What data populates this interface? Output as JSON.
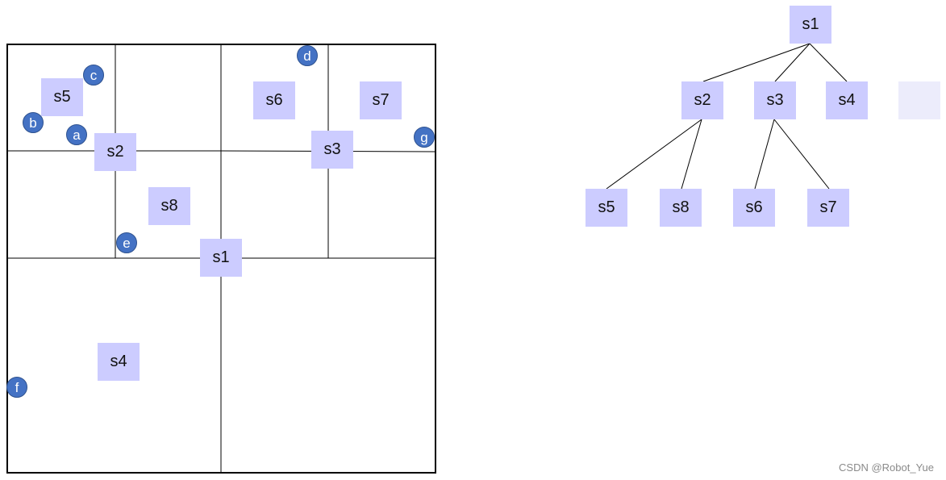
{
  "grid": {
    "labels": {
      "s1": "s1",
      "s2": "s2",
      "s3": "s3",
      "s4": "s4",
      "s5": "s5",
      "s6": "s6",
      "s7": "s7",
      "s8": "s8"
    },
    "points": {
      "a": "a",
      "b": "b",
      "c": "c",
      "d": "d",
      "e": "e",
      "f": "f",
      "g": "g"
    }
  },
  "tree": {
    "nodes": {
      "s1": "s1",
      "s2": "s2",
      "s3": "s3",
      "s4": "s4",
      "s5": "s5",
      "s6": "s6",
      "s7": "s7",
      "s8": "s8"
    }
  },
  "colors": {
    "node_fill": "#ccccff",
    "ghost_fill": "#ececfb",
    "point_fill": "#4472c4",
    "line": "#000000"
  },
  "watermark": "CSDN @Robot_Yue"
}
